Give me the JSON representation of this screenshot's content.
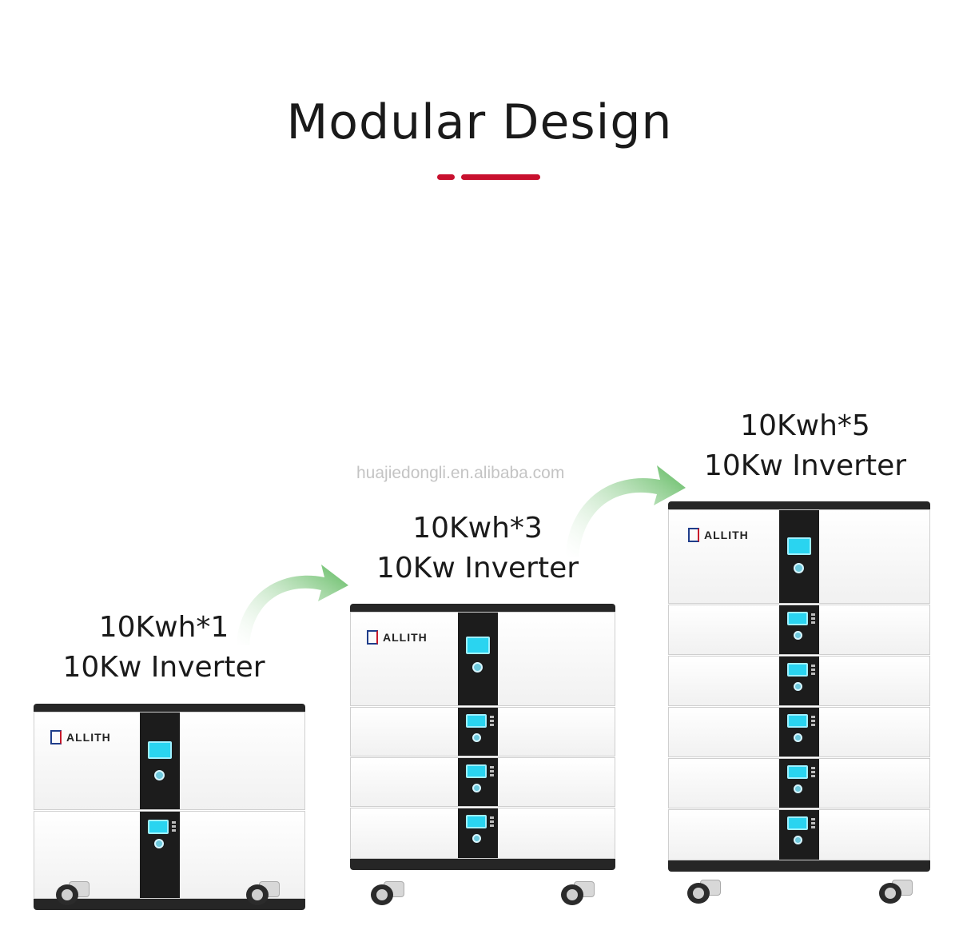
{
  "title": "Modular Design",
  "accent_color": "#c8102e",
  "watermark": "huajiedongli.en.alibaba.com",
  "brand": "ALLITH",
  "configs": [
    {
      "capacity": "10Kwh*1",
      "inverter": "10Kw Inverter",
      "battery_modules": 1
    },
    {
      "capacity": "10Kwh*3",
      "inverter": "10Kw Inverter",
      "battery_modules": 3
    },
    {
      "capacity": "10Kwh*5",
      "inverter": "10Kw Inverter",
      "battery_modules": 5
    }
  ],
  "arrow_icon": "curved-arrow-icon",
  "arrow_color": "#5cb85c"
}
